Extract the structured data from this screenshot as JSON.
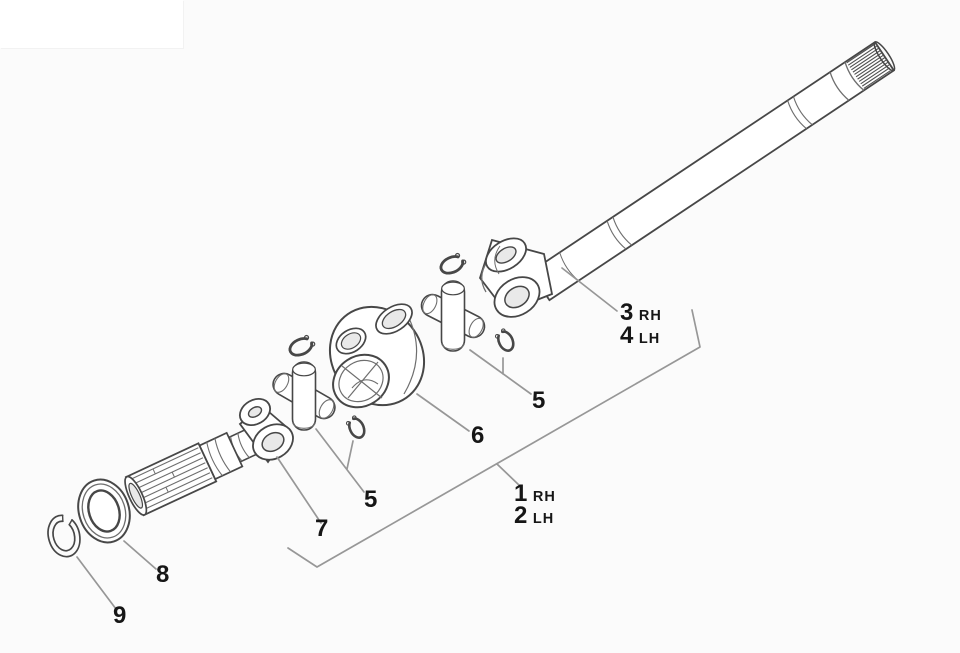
{
  "callouts": {
    "assembly_right": {
      "number": "1",
      "suffix": "RH"
    },
    "assembly_left": {
      "number": "2",
      "suffix": "LH"
    },
    "axle_shaft_right": {
      "number": "3",
      "suffix": "RH"
    },
    "axle_shaft_left": {
      "number": "4",
      "suffix": "LH"
    },
    "snap_ring_upper": {
      "number": "5"
    },
    "snap_ring_lower": {
      "number": "5"
    },
    "center_yoke": {
      "number": "6"
    },
    "stub_shaft_yoke": {
      "number": "7"
    },
    "seal_ring": {
      "number": "8"
    },
    "retaining_ring": {
      "number": "9"
    }
  },
  "colors": {
    "background": "#fbfbfb",
    "line": "#474747",
    "line_light": "#6e6e6e",
    "hatch": "#4f4f4f",
    "leader": "#979797",
    "label": "#161616",
    "shade": "#e9e9e9"
  }
}
